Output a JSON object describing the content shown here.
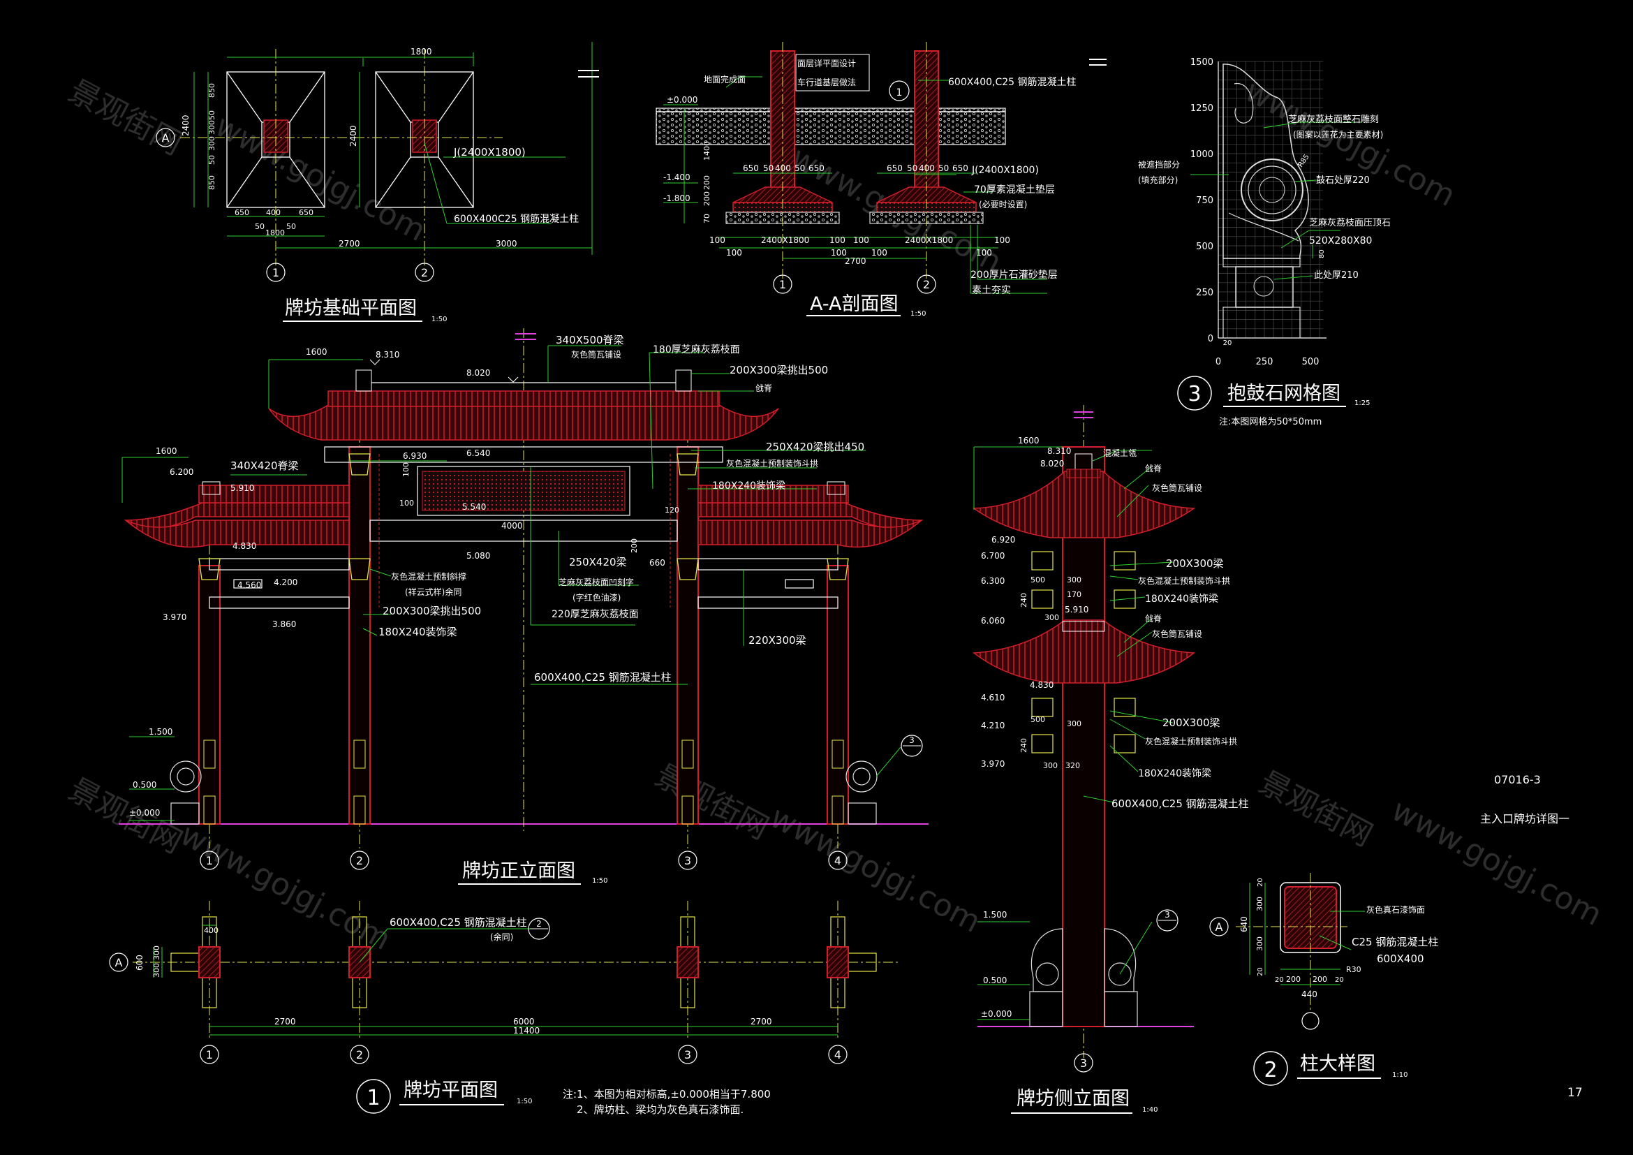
{
  "sheet": {
    "drawing_no": "07016-3",
    "drawing_title": "主入口牌坊详图一",
    "page_no": "17"
  },
  "watermark": {
    "brand": "景观街网",
    "url": "www.gojgj.com"
  },
  "colors": {
    "background": "#000000",
    "red": "#d21e2a",
    "yellow": "#e6e64a",
    "green": "#2ed12e",
    "white": "#ffffff",
    "magenta": "#e040e0"
  },
  "foundation_plan": {
    "title": "牌坊基础平面图",
    "scale": "1:50",
    "dims": {
      "w1800": "1800",
      "h2400a": "2400",
      "h2400b": "2400",
      "v850a": "850",
      "v850b": "850",
      "v50a": "50",
      "v50b": "50",
      "v300a": "300",
      "v300b": "300",
      "d650a": "650",
      "d400": "400",
      "d650b": "650",
      "d50a": "50",
      "d50b": "50",
      "w1800b": "1800",
      "d2700": "2700",
      "d3000": "3000"
    },
    "labels": {
      "footing": "J(2400X1800)",
      "column": "600X400C25 钢筋混凝土柱"
    },
    "axes": {
      "a": "A",
      "n1": "1",
      "n2": "2"
    }
  },
  "section_aa": {
    "title": "A-A剖面图",
    "scale": "1:50",
    "labels": {
      "ground": "地面完成面",
      "pave1": "面层详平面设计",
      "pave2": "车行道基层做法",
      "ref": "1",
      "column": "600X400,C25 钢筋混凝土柱",
      "footing": "J(2400X1800)",
      "cushion1": "70厚素混凝土垫层",
      "cushion2": "(必要时设置)",
      "gravel": "200厚片石灌砂垫层",
      "soil": "素土夯实"
    },
    "elev": {
      "e0": "±0.000",
      "e1": "-1.400",
      "e2": "-1.800"
    },
    "dims": {
      "v1400": "1400",
      "v200": "200",
      "v200b": "200",
      "v70": "70",
      "a650": "650",
      "a50": "50",
      "a400": "400",
      "a50b": "50",
      "a650b": "650",
      "b650": "650",
      "b50": "50",
      "b400": "400",
      "b50b": "50",
      "b650b": "650",
      "c100": "100",
      "c2400a": "2400X1800",
      "c100b": "100",
      "c100c": "100",
      "c2400b": "2400X1800",
      "c100d": "100",
      "d100": "100",
      "d100b": "100",
      "d2700": "2700",
      "d100c": "100",
      "d100d": "100"
    },
    "axes": {
      "n1": "1",
      "n2": "2"
    }
  },
  "drum_stone": {
    "title": "抱鼓石网格图",
    "number": "3",
    "scale": "1:25",
    "note": "注:本图网格为50*50mm",
    "y_ticks": [
      "1500",
      "1250",
      "1000",
      "750",
      "500",
      "250",
      "0"
    ],
    "x_ticks": [
      "0",
      "250",
      "500"
    ],
    "x_small": "20",
    "labels": {
      "l1": "芝麻灰荔枝面整石雕刻",
      "l2": "(图案以莲花为主要素材)",
      "l3": "鼓石处厚220",
      "l4": "芝麻灰荔枝面压顶石",
      "l5": "520X280X80",
      "l6": "此处厚210",
      "l7": "被遮挡部分",
      "l8": "(填充部分)",
      "r": "R85",
      "d80": "80"
    }
  },
  "front_elevation": {
    "title": "牌坊正立面图",
    "scale": "1:50",
    "labels": {
      "beam_top": "340X500脊梁",
      "tile1": "灰色筒瓦铺设",
      "board": "180厚芝麻灰荔枝面",
      "beam_end": "200X300梁挑出500",
      "ridge": "戗脊",
      "beam_a": "250X420梁挑出450",
      "bracket": "灰色混凝土预制装饰斗拱",
      "deco_beam": "180X240装饰梁",
      "side_beam": "340X420脊梁",
      "bracket2": "灰色混凝土预制斜撑",
      "bracket3": "(祥云式样)余同",
      "beam_end2": "200X300梁挑出500",
      "deco_beam2": "180X240装饰梁",
      "beam_b": "250X420梁",
      "plaque1": "芝麻灰荔枝面凹刻字",
      "plaque2": "(字红色油漆)",
      "plaque3": "220厚芝麻灰荔枝面",
      "beam_c": "220X300梁",
      "column": "600X400,C25 钢筋混凝土柱"
    },
    "elev": {
      "e8310": "8.310",
      "e8020": "8.020",
      "e6930": "6.930",
      "e6540": "6.540",
      "e6200": "6.200",
      "e5910": "5.910",
      "e5540": "5.540",
      "e5080": "5.080",
      "e4830": "4.830",
      "e4560": "4.560",
      "e4200": "4.200",
      "e3970": "3.970",
      "e3860": "3.860",
      "e1500": "1.500",
      "e0500": "0.500",
      "e0": "±0.000"
    },
    "dims": {
      "d1600a": "1600",
      "d1600b": "1600",
      "d100a": "100",
      "d100b": "100",
      "d4000": "4000",
      "d120": "120",
      "d200": "200",
      "d660": "660"
    },
    "axes": [
      "1",
      "2",
      "3",
      "4"
    ],
    "ref": "3"
  },
  "plan": {
    "title": "牌坊平面图",
    "number": "1",
    "scale": "1:50",
    "labels": {
      "column": "600X400,C25 钢筋混凝土柱",
      "same": "(余同)",
      "ref": "2",
      "a": "A"
    },
    "dims": {
      "d400": "400",
      "d600": "600",
      "d300a": "300",
      "d300b": "300",
      "d2700a": "2700",
      "d6000": "6000",
      "d2700b": "2700",
      "d11400": "11400"
    },
    "axes": [
      "1",
      "2",
      "3",
      "4"
    ]
  },
  "notes": {
    "n1": "注:1、本图为相对标高,±0.000相当于7.800",
    "n2": "2、牌坊柱、梁均为灰色真石漆饰面."
  },
  "side_elevation": {
    "title": "牌坊侧立面图",
    "scale": "1:40",
    "labels": {
      "cap": "混凝土瓴",
      "ridge": "戗脊",
      "tile": "灰色筒瓦铺设",
      "beam": "200X300梁",
      "bracket": "灰色混凝土预制装饰斗拱",
      "deco": "180X240装饰梁",
      "ridge2": "戗脊",
      "tile2": "灰色筒瓦铺设",
      "beam2": "200X300梁",
      "bracket2": "灰色混凝土预制装饰斗拱",
      "deco2": "180X240装饰梁",
      "column": "600X400,C25 钢筋混凝土柱"
    },
    "elev": {
      "e8310": "8.310",
      "e8020": "8.020",
      "e6920": "6.920",
      "e6700": "6.700",
      "e6300": "6.300",
      "e6060": "6.060",
      "e5910": "5.910",
      "e4830": "4.830",
      "e4610": "4.610",
      "e4210": "4.210",
      "e3970": "3.970",
      "e1500": "1.500",
      "e0500": "0.500",
      "e0": "±0.000"
    },
    "dims": {
      "d1600": "1600",
      "d500": "500",
      "d300": "300",
      "d170": "170",
      "d300b": "300",
      "d240": "240",
      "d500b": "500",
      "d300c": "300",
      "d240b": "240",
      "d300d": "300",
      "d320": "320"
    },
    "axis": "3",
    "ref": "3"
  },
  "column_detail": {
    "title": "柱大样图",
    "number": "2",
    "scale": "1:10",
    "labels": {
      "finish": "灰色真石漆饰面",
      "conc": "C25 钢筋混凝土柱",
      "size": "600X400",
      "r": "R30",
      "a": "A"
    },
    "dims": {
      "d640": "640",
      "d300a": "300",
      "d300b": "300",
      "d20a": "20",
      "d20b": "20",
      "d200a": "200",
      "d200b": "200",
      "d20c": "20",
      "d20d": "20",
      "d440": "440"
    }
  }
}
